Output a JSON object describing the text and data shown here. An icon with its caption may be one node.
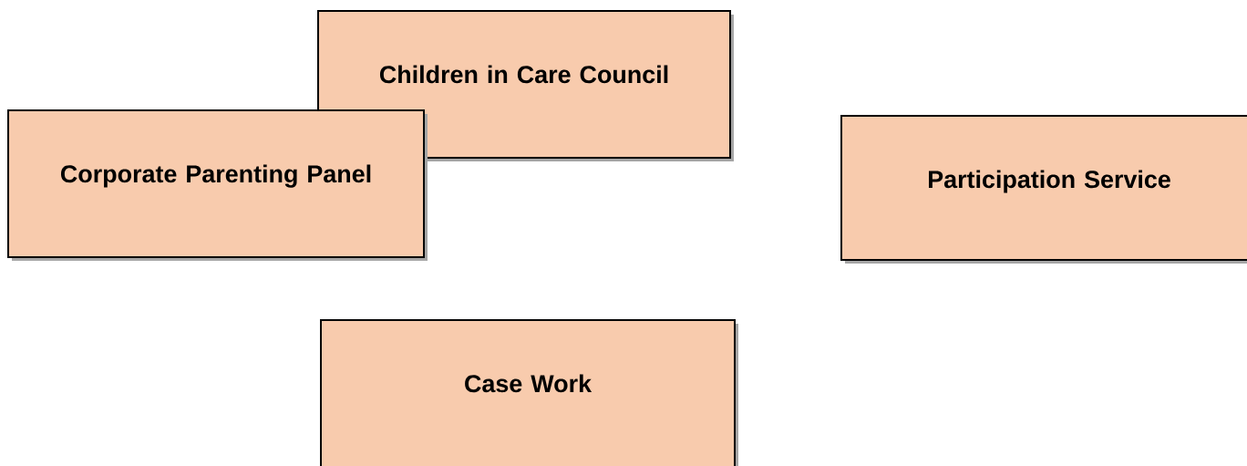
{
  "diagram": {
    "nodes": [
      {
        "text": [
          "Children in Care Council"
        ]
      },
      {
        "text": [
          "Corporate Parenting Panel"
        ]
      },
      {
        "text": [
          "Participation Service"
        ]
      },
      {
        "text": [
          "Case Work"
        ]
      }
    ]
  }
}
